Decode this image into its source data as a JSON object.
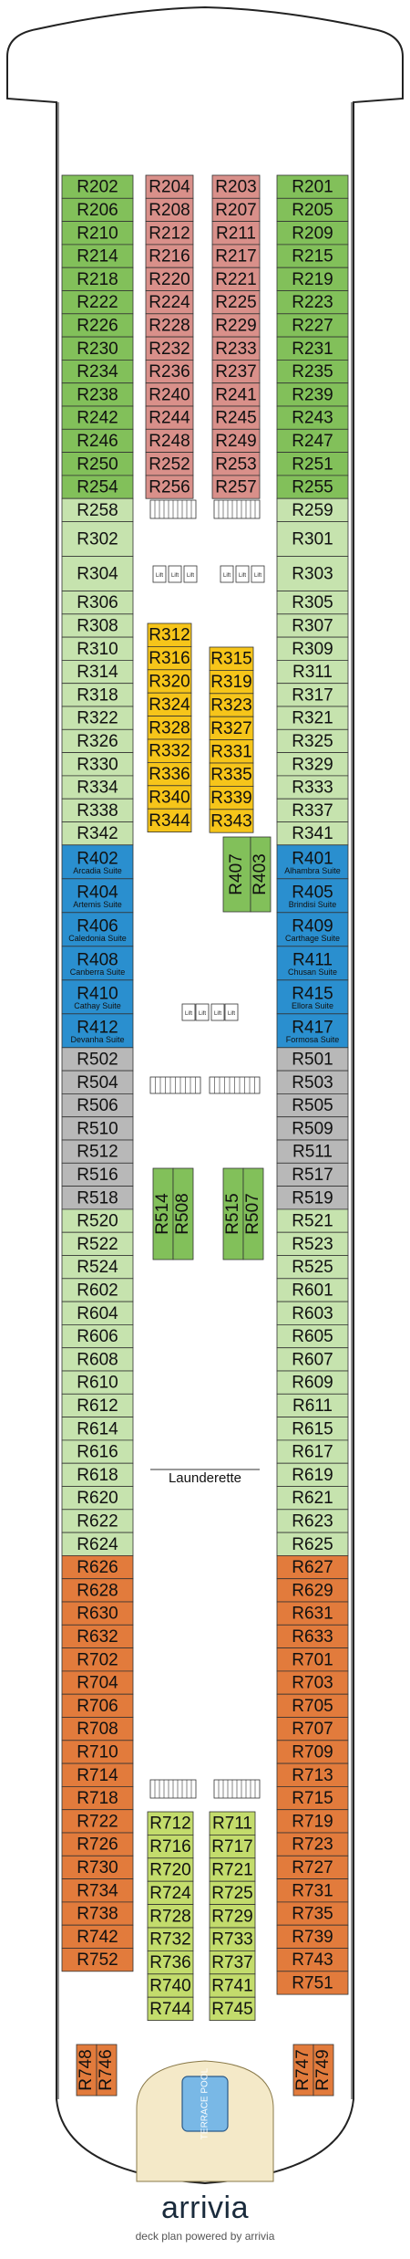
{
  "colors": {
    "green": "#82c05a",
    "light_green": "#c6e3ae",
    "pink": "#d9908a",
    "yellow": "#f6c51a",
    "blue": "#2a8fcf",
    "grey": "#b8b8b8",
    "orange": "#e27b3c",
    "lime": "#c3dc6c"
  },
  "facility": {
    "launderette": "Launderette",
    "pool": "TERRACE POOL",
    "lift": "Lift"
  },
  "brand": {
    "logo": "arrivia",
    "powered_by": "deck plan powered by arrivia"
  },
  "cabins": {
    "left_outer": [
      {
        "label": "R202",
        "cat": "green"
      },
      {
        "label": "R206",
        "cat": "green"
      },
      {
        "label": "R210",
        "cat": "green"
      },
      {
        "label": "R214",
        "cat": "green"
      },
      {
        "label": "R218",
        "cat": "green"
      },
      {
        "label": "R222",
        "cat": "green"
      },
      {
        "label": "R226",
        "cat": "green"
      },
      {
        "label": "R230",
        "cat": "green"
      },
      {
        "label": "R234",
        "cat": "green"
      },
      {
        "label": "R238",
        "cat": "green"
      },
      {
        "label": "R242",
        "cat": "green"
      },
      {
        "label": "R246",
        "cat": "green"
      },
      {
        "label": "R250",
        "cat": "green"
      },
      {
        "label": "R254",
        "cat": "green"
      },
      {
        "label": "R258",
        "cat": "light_green"
      },
      {
        "label": "R302",
        "cat": "light_green",
        "tall": true
      },
      {
        "label": "R304",
        "cat": "light_green",
        "tall": true
      },
      {
        "label": "R306",
        "cat": "light_green"
      },
      {
        "label": "R308",
        "cat": "light_green"
      },
      {
        "label": "R310",
        "cat": "light_green"
      },
      {
        "label": "R314",
        "cat": "light_green"
      },
      {
        "label": "R318",
        "cat": "light_green"
      },
      {
        "label": "R322",
        "cat": "light_green"
      },
      {
        "label": "R326",
        "cat": "light_green"
      },
      {
        "label": "R330",
        "cat": "light_green"
      },
      {
        "label": "R334",
        "cat": "light_green"
      },
      {
        "label": "R338",
        "cat": "light_green"
      },
      {
        "label": "R342",
        "cat": "light_green"
      },
      {
        "label": "R402",
        "cat": "blue",
        "sub": "Arcadia Suite",
        "suite": true
      },
      {
        "label": "R404",
        "cat": "blue",
        "sub": "Artemis Suite",
        "suite": true
      },
      {
        "label": "R406",
        "cat": "blue",
        "sub": "Caledonia Suite",
        "suite": true
      },
      {
        "label": "R408",
        "cat": "blue",
        "sub": "Canberra Suite",
        "suite": true
      },
      {
        "label": "R410",
        "cat": "blue",
        "sub": "Cathay Suite",
        "suite": true
      },
      {
        "label": "R412",
        "cat": "blue",
        "sub": "Devanha Suite",
        "suite": true
      },
      {
        "label": "R502",
        "cat": "grey"
      },
      {
        "label": "R504",
        "cat": "grey"
      },
      {
        "label": "R506",
        "cat": "grey"
      },
      {
        "label": "R510",
        "cat": "grey"
      },
      {
        "label": "R512",
        "cat": "grey"
      },
      {
        "label": "R516",
        "cat": "grey"
      },
      {
        "label": "R518",
        "cat": "grey"
      },
      {
        "label": "R520",
        "cat": "light_green"
      },
      {
        "label": "R522",
        "cat": "light_green"
      },
      {
        "label": "R524",
        "cat": "light_green"
      },
      {
        "label": "R602",
        "cat": "light_green"
      },
      {
        "label": "R604",
        "cat": "light_green"
      },
      {
        "label": "R606",
        "cat": "light_green"
      },
      {
        "label": "R608",
        "cat": "light_green"
      },
      {
        "label": "R610",
        "cat": "light_green"
      },
      {
        "label": "R612",
        "cat": "light_green"
      },
      {
        "label": "R614",
        "cat": "light_green"
      },
      {
        "label": "R616",
        "cat": "light_green"
      },
      {
        "label": "R618",
        "cat": "light_green"
      },
      {
        "label": "R620",
        "cat": "light_green"
      },
      {
        "label": "R622",
        "cat": "light_green"
      },
      {
        "label": "R624",
        "cat": "light_green"
      },
      {
        "label": "R626",
        "cat": "orange"
      },
      {
        "label": "R628",
        "cat": "orange"
      },
      {
        "label": "R630",
        "cat": "orange"
      },
      {
        "label": "R632",
        "cat": "orange"
      },
      {
        "label": "R702",
        "cat": "orange"
      },
      {
        "label": "R704",
        "cat": "orange"
      },
      {
        "label": "R706",
        "cat": "orange"
      },
      {
        "label": "R708",
        "cat": "orange"
      },
      {
        "label": "R710",
        "cat": "orange"
      },
      {
        "label": "R714",
        "cat": "orange"
      },
      {
        "label": "R718",
        "cat": "orange"
      },
      {
        "label": "R722",
        "cat": "orange"
      },
      {
        "label": "R726",
        "cat": "orange"
      },
      {
        "label": "R730",
        "cat": "orange"
      },
      {
        "label": "R734",
        "cat": "orange"
      },
      {
        "label": "R738",
        "cat": "orange"
      },
      {
        "label": "R742",
        "cat": "orange"
      },
      {
        "label": "R752",
        "cat": "orange"
      }
    ],
    "right_outer": [
      {
        "label": "R201",
        "cat": "green"
      },
      {
        "label": "R205",
        "cat": "green"
      },
      {
        "label": "R209",
        "cat": "green"
      },
      {
        "label": "R215",
        "cat": "green"
      },
      {
        "label": "R219",
        "cat": "green"
      },
      {
        "label": "R223",
        "cat": "green"
      },
      {
        "label": "R227",
        "cat": "green"
      },
      {
        "label": "R231",
        "cat": "green"
      },
      {
        "label": "R235",
        "cat": "green"
      },
      {
        "label": "R239",
        "cat": "green"
      },
      {
        "label": "R243",
        "cat": "green"
      },
      {
        "label": "R247",
        "cat": "green"
      },
      {
        "label": "R251",
        "cat": "green"
      },
      {
        "label": "R255",
        "cat": "green"
      },
      {
        "label": "R259",
        "cat": "light_green"
      },
      {
        "label": "R301",
        "cat": "light_green",
        "tall": true
      },
      {
        "label": "R303",
        "cat": "light_green",
        "tall": true
      },
      {
        "label": "R305",
        "cat": "light_green"
      },
      {
        "label": "R307",
        "cat": "light_green"
      },
      {
        "label": "R309",
        "cat": "light_green"
      },
      {
        "label": "R311",
        "cat": "light_green"
      },
      {
        "label": "R317",
        "cat": "light_green"
      },
      {
        "label": "R321",
        "cat": "light_green"
      },
      {
        "label": "R325",
        "cat": "light_green"
      },
      {
        "label": "R329",
        "cat": "light_green"
      },
      {
        "label": "R333",
        "cat": "light_green"
      },
      {
        "label": "R337",
        "cat": "light_green"
      },
      {
        "label": "R341",
        "cat": "light_green"
      },
      {
        "label": "R401",
        "cat": "blue",
        "sub": "Alhambra Suite",
        "suite": true
      },
      {
        "label": "R405",
        "cat": "blue",
        "sub": "Brindisi Suite",
        "suite": true
      },
      {
        "label": "R409",
        "cat": "blue",
        "sub": "Carthage Suite",
        "suite": true
      },
      {
        "label": "R411",
        "cat": "blue",
        "sub": "Chusan Suite",
        "suite": true
      },
      {
        "label": "R415",
        "cat": "blue",
        "sub": "Ellora Suite",
        "suite": true
      },
      {
        "label": "R417",
        "cat": "blue",
        "sub": "Formosa Suite",
        "suite": true
      },
      {
        "label": "R501",
        "cat": "grey"
      },
      {
        "label": "R503",
        "cat": "grey"
      },
      {
        "label": "R505",
        "cat": "grey"
      },
      {
        "label": "R509",
        "cat": "grey"
      },
      {
        "label": "R511",
        "cat": "grey"
      },
      {
        "label": "R517",
        "cat": "grey"
      },
      {
        "label": "R519",
        "cat": "grey"
      },
      {
        "label": "R521",
        "cat": "light_green"
      },
      {
        "label": "R523",
        "cat": "light_green"
      },
      {
        "label": "R525",
        "cat": "light_green"
      },
      {
        "label": "R601",
        "cat": "light_green"
      },
      {
        "label": "R603",
        "cat": "light_green"
      },
      {
        "label": "R605",
        "cat": "light_green"
      },
      {
        "label": "R607",
        "cat": "light_green"
      },
      {
        "label": "R609",
        "cat": "light_green"
      },
      {
        "label": "R611",
        "cat": "light_green"
      },
      {
        "label": "R615",
        "cat": "light_green"
      },
      {
        "label": "R617",
        "cat": "light_green"
      },
      {
        "label": "R619",
        "cat": "light_green"
      },
      {
        "label": "R621",
        "cat": "light_green"
      },
      {
        "label": "R623",
        "cat": "light_green"
      },
      {
        "label": "R625",
        "cat": "light_green"
      },
      {
        "label": "R627",
        "cat": "orange"
      },
      {
        "label": "R629",
        "cat": "orange"
      },
      {
        "label": "R631",
        "cat": "orange"
      },
      {
        "label": "R633",
        "cat": "orange"
      },
      {
        "label": "R701",
        "cat": "orange"
      },
      {
        "label": "R703",
        "cat": "orange"
      },
      {
        "label": "R705",
        "cat": "orange"
      },
      {
        "label": "R707",
        "cat": "orange"
      },
      {
        "label": "R709",
        "cat": "orange"
      },
      {
        "label": "R713",
        "cat": "orange"
      },
      {
        "label": "R715",
        "cat": "orange"
      },
      {
        "label": "R719",
        "cat": "orange"
      },
      {
        "label": "R723",
        "cat": "orange"
      },
      {
        "label": "R727",
        "cat": "orange"
      },
      {
        "label": "R731",
        "cat": "orange"
      },
      {
        "label": "R735",
        "cat": "orange"
      },
      {
        "label": "R739",
        "cat": "orange"
      },
      {
        "label": "R743",
        "cat": "orange"
      },
      {
        "label": "R751",
        "cat": "orange"
      }
    ],
    "inner_forward_left": [
      "R204",
      "R208",
      "R212",
      "R216",
      "R220",
      "R224",
      "R228",
      "R232",
      "R236",
      "R240",
      "R244",
      "R248",
      "R252",
      "R256"
    ],
    "inner_forward_right": [
      "R203",
      "R207",
      "R211",
      "R217",
      "R221",
      "R225",
      "R229",
      "R233",
      "R237",
      "R241",
      "R245",
      "R249",
      "R253",
      "R257"
    ],
    "inner_yellow_left": [
      "R312",
      "R316",
      "R320",
      "R324",
      "R328",
      "R332",
      "R336",
      "R340",
      "R344"
    ],
    "inner_yellow_right": [
      "R315",
      "R319",
      "R323",
      "R327",
      "R331",
      "R335",
      "R339",
      "R343"
    ],
    "inner_vertical": [
      "R407",
      "R403",
      "R514",
      "R508",
      "R515",
      "R507"
    ],
    "inner_aft_left": [
      "R712",
      "R716",
      "R720",
      "R724",
      "R728",
      "R732",
      "R736",
      "R740",
      "R744"
    ],
    "inner_aft_right": [
      "R711",
      "R717",
      "R721",
      "R725",
      "R729",
      "R733",
      "R737",
      "R741",
      "R745"
    ],
    "stern": [
      "R748",
      "R746",
      "R747",
      "R749"
    ]
  }
}
